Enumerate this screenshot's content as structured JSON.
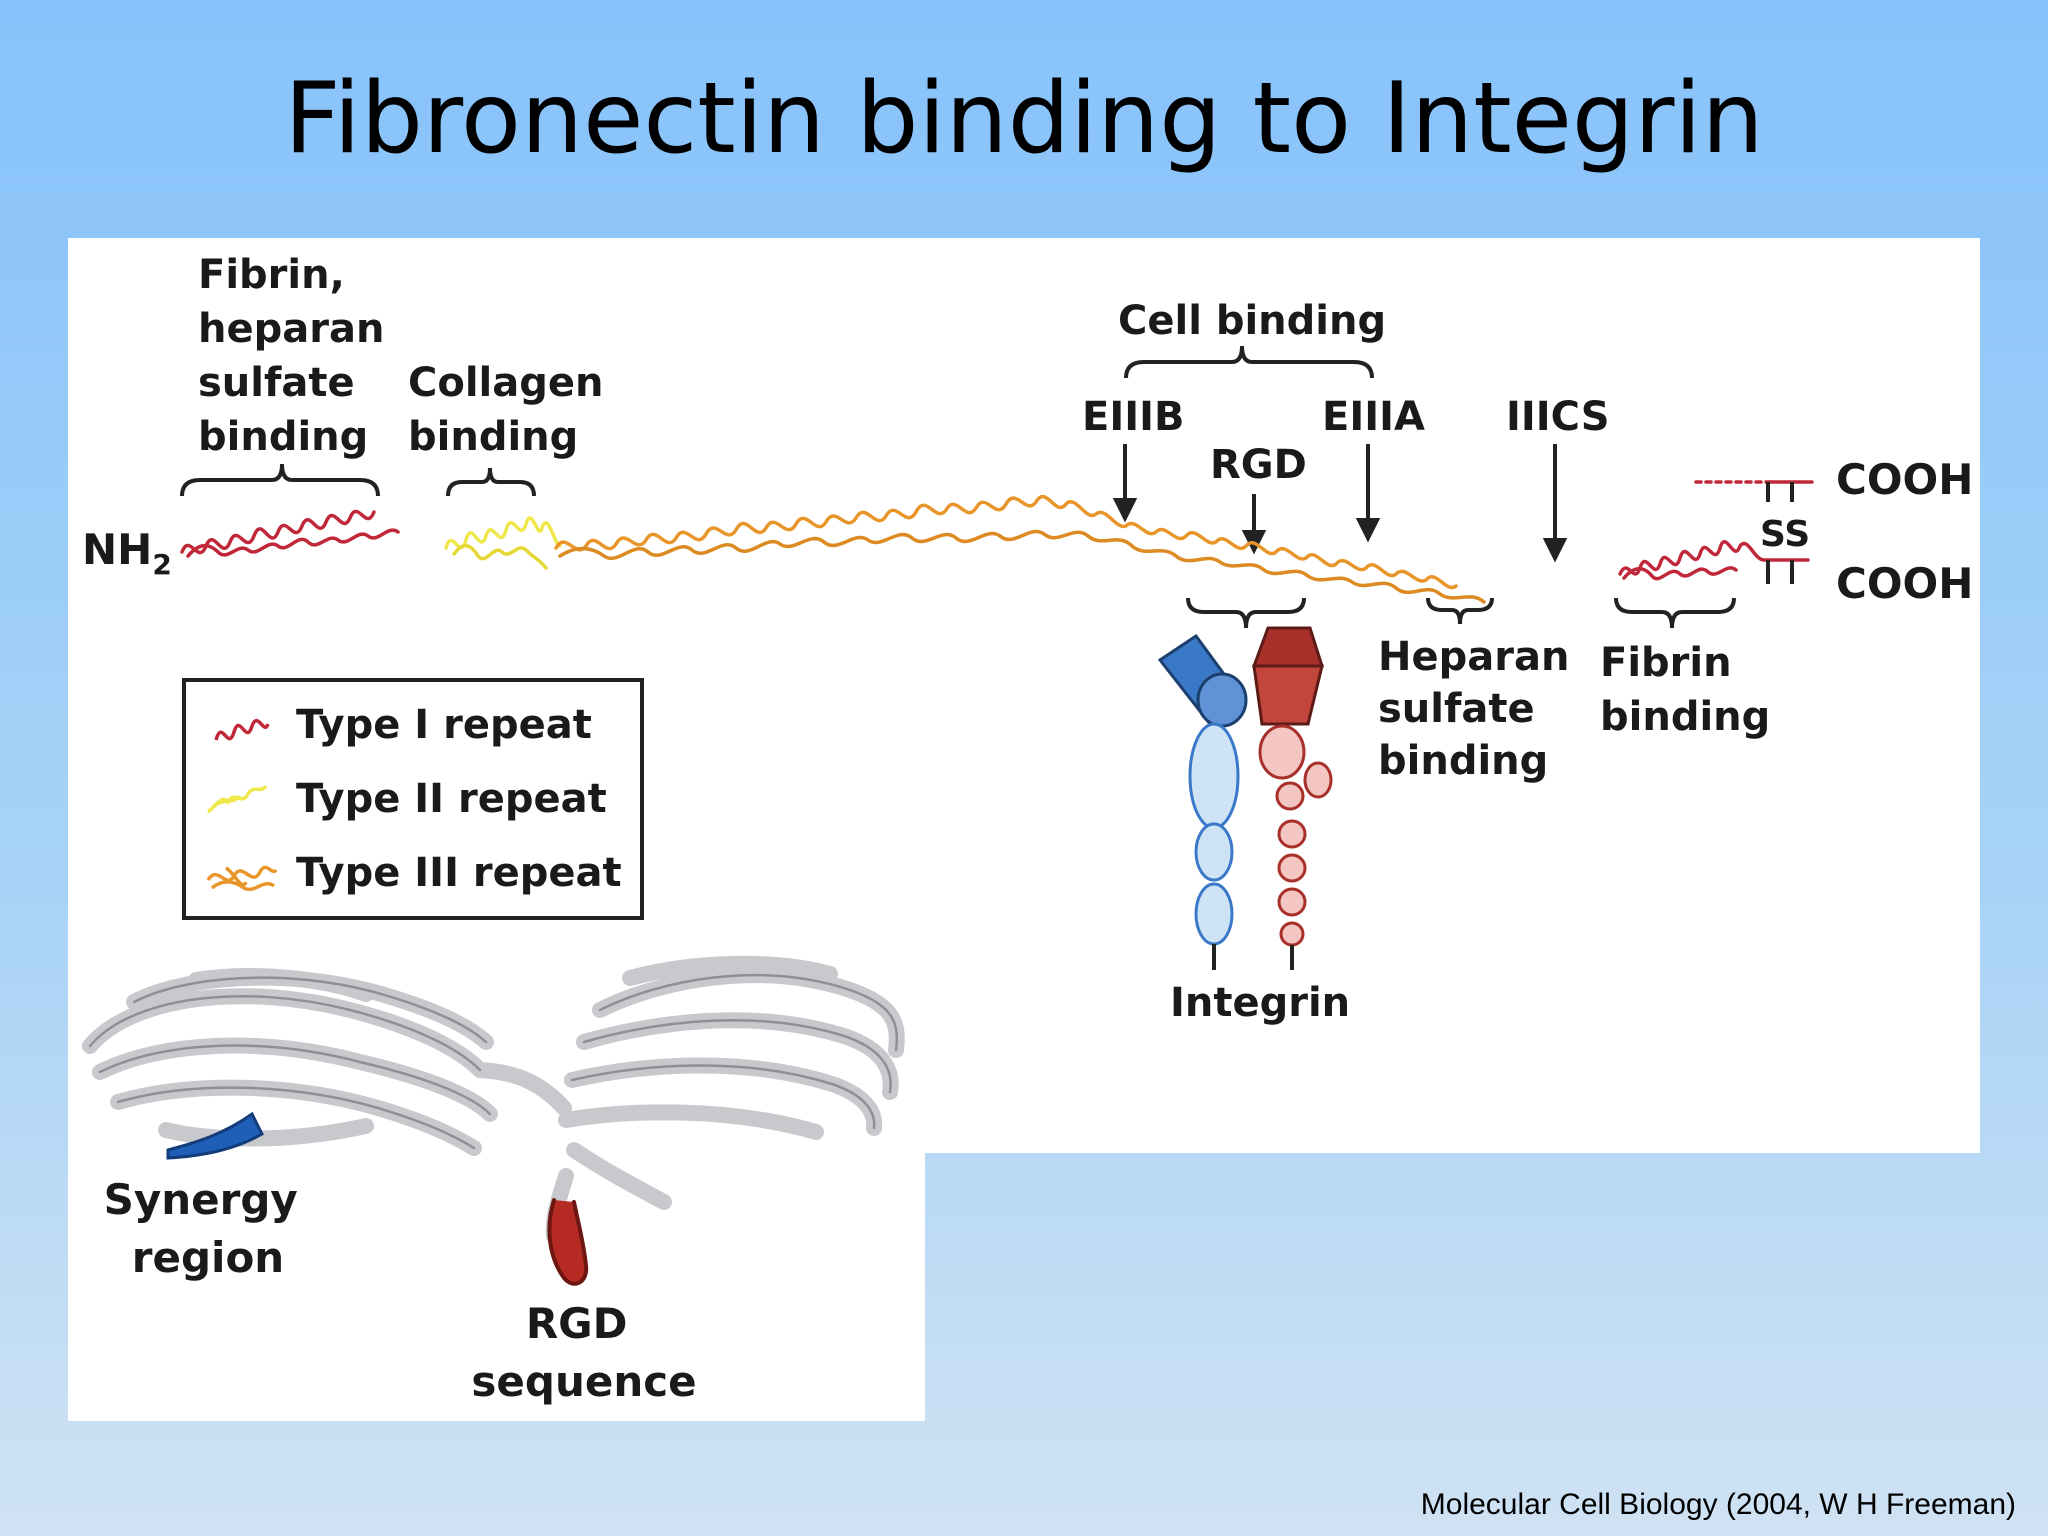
{
  "slide": {
    "title": "Fibronectin binding to Integrin",
    "citation": "Molecular Cell Biology (2004, W H Freeman)"
  },
  "diagram": {
    "left_domain_label": [
      "Fibrin,",
      "heparan",
      "sulfate",
      "binding"
    ],
    "collagen_label": [
      "Collagen",
      "binding"
    ],
    "cell_binding_label": "Cell binding",
    "eiiib_label": "EIIIB",
    "rgd_label": "RGD",
    "eiiia_label": "EIIIA",
    "iiics_label": "IIICS",
    "nh2_label": "NH",
    "nh2_sub": "2",
    "cooh_top": "COOH",
    "cooh_bottom": "COOH",
    "ss_label": "SS",
    "heparan_label": [
      "Heparan",
      "sulfate",
      "binding"
    ],
    "fibrin_label": [
      "Fibrin",
      "binding"
    ],
    "integrin_label": "Integrin",
    "legend": [
      {
        "label": "Type I repeat",
        "color": "#c0283a"
      },
      {
        "label": "Type II repeat",
        "color": "#efe84a"
      },
      {
        "label": "Type III repeat",
        "color": "#e8962a"
      }
    ],
    "synergy_label": [
      "Synergy",
      "region"
    ],
    "rgd_sequence_label": [
      "RGD",
      "sequence"
    ],
    "colors": {
      "integrin_alpha": "#3a78c8",
      "integrin_alpha_light": "#cfe3f7",
      "integrin_beta": "#a8302a",
      "integrin_beta_light": "#f3c6c2",
      "ribbon": "#c8c9cc",
      "synergy": "#1f5fb8",
      "rgd_loop": "#b52a22"
    }
  }
}
